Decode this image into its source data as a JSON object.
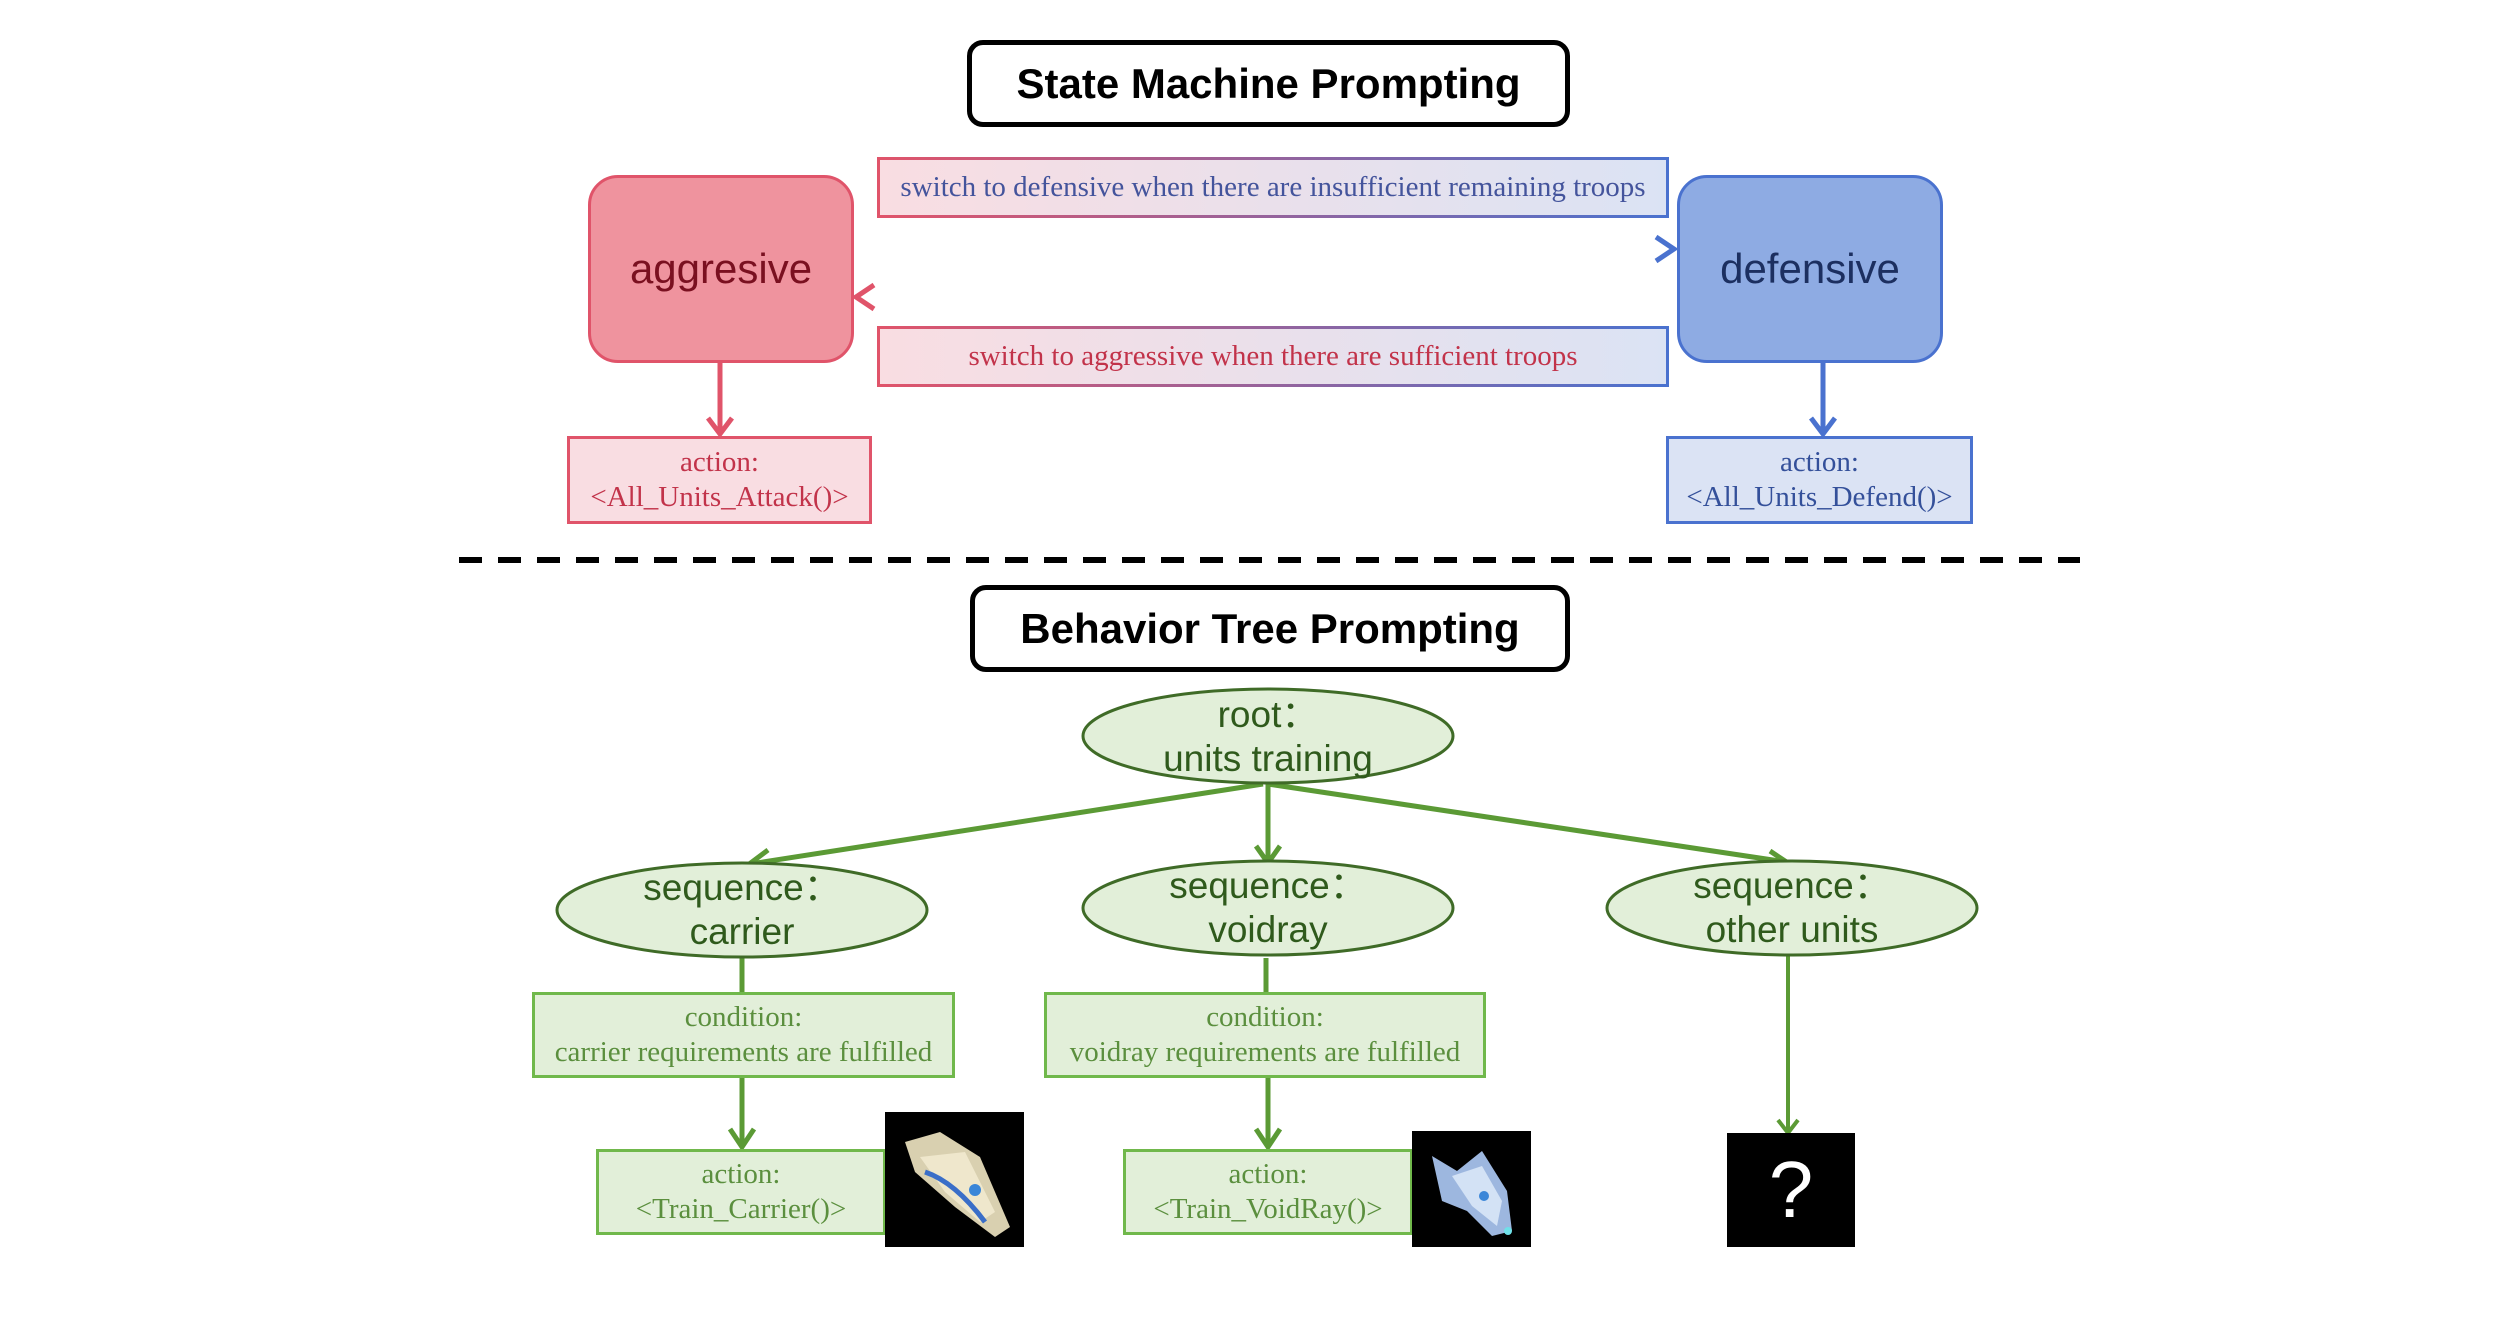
{
  "state_machine": {
    "title": "State Machine Prompting",
    "states": {
      "aggressive": "aggresive",
      "defensive": "defensive"
    },
    "transitions": {
      "to_defensive": "switch to defensive when there are insufficient remaining troops",
      "to_aggressive": "switch to aggressive when there are sufficient troops"
    },
    "actions": {
      "aggressive": {
        "label": "action:",
        "call": "<All_Units_Attack()>"
      },
      "defensive": {
        "label": "action:",
        "call": "<All_Units_Defend()>"
      }
    },
    "colors": {
      "aggressive": "#e0546a",
      "defensive": "#4a72cf"
    }
  },
  "behavior_tree": {
    "title": "Behavior Tree Prompting",
    "root": {
      "line1": "root：",
      "line2": "units training"
    },
    "sequences": [
      {
        "line1": "sequence：",
        "line2": "carrier",
        "condition": {
          "label": "condition:",
          "text": "carrier requirements are fulfilled"
        },
        "action": {
          "label": "action:",
          "call": "<Train_Carrier()>"
        },
        "icon": "carrier-unit-image"
      },
      {
        "line1": "sequence：",
        "line2": "voidray",
        "condition": {
          "label": "condition:",
          "text": "voidray requirements are fulfilled"
        },
        "action": {
          "label": "action:",
          "call": "<Train_VoidRay()>"
        },
        "icon": "voidray-unit-image"
      },
      {
        "line1": "sequence：",
        "line2": "other units",
        "unknown_symbol": "?"
      }
    ],
    "colors": {
      "edge": "#5b9a35",
      "node_fill": "#e2efd9"
    }
  }
}
